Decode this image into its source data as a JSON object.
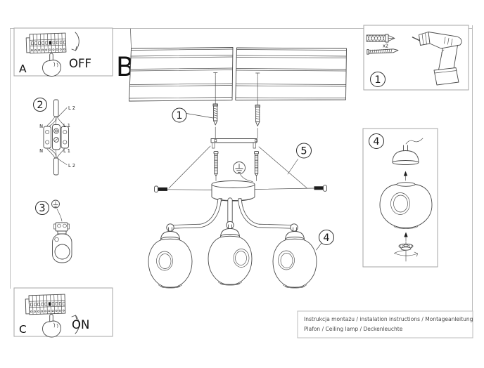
{
  "page": {
    "bg": "#ffffff",
    "line_color": "#4a4a4a",
    "accent": "#1c1c1c"
  },
  "main": {
    "label": "B",
    "callout_screws": "1",
    "callout_canopy": "5",
    "callout_shade": "4"
  },
  "panel_breaker_off": {
    "label": "A",
    "action": "OFF"
  },
  "panel_breaker_on": {
    "label": "C",
    "action": "ON"
  },
  "panel_wiring": {
    "step": "2",
    "labels": {
      "top_l2": "L 2",
      "top_n": "N",
      "top_l1": "L 1",
      "bottom_n": "N",
      "bottom_l1": "L 1",
      "bottom_l2": "L 2"
    }
  },
  "panel_ground": {
    "step": "3"
  },
  "panel_tools": {
    "step": "1",
    "anchor_qty": "x2"
  },
  "panel_shade": {
    "step": "4"
  },
  "footer": {
    "line1": "Instrukcja montażu / instalation instructions / Montageanleitung",
    "line2": "Plafon / Ceiling lamp / Deckenleuchte"
  }
}
